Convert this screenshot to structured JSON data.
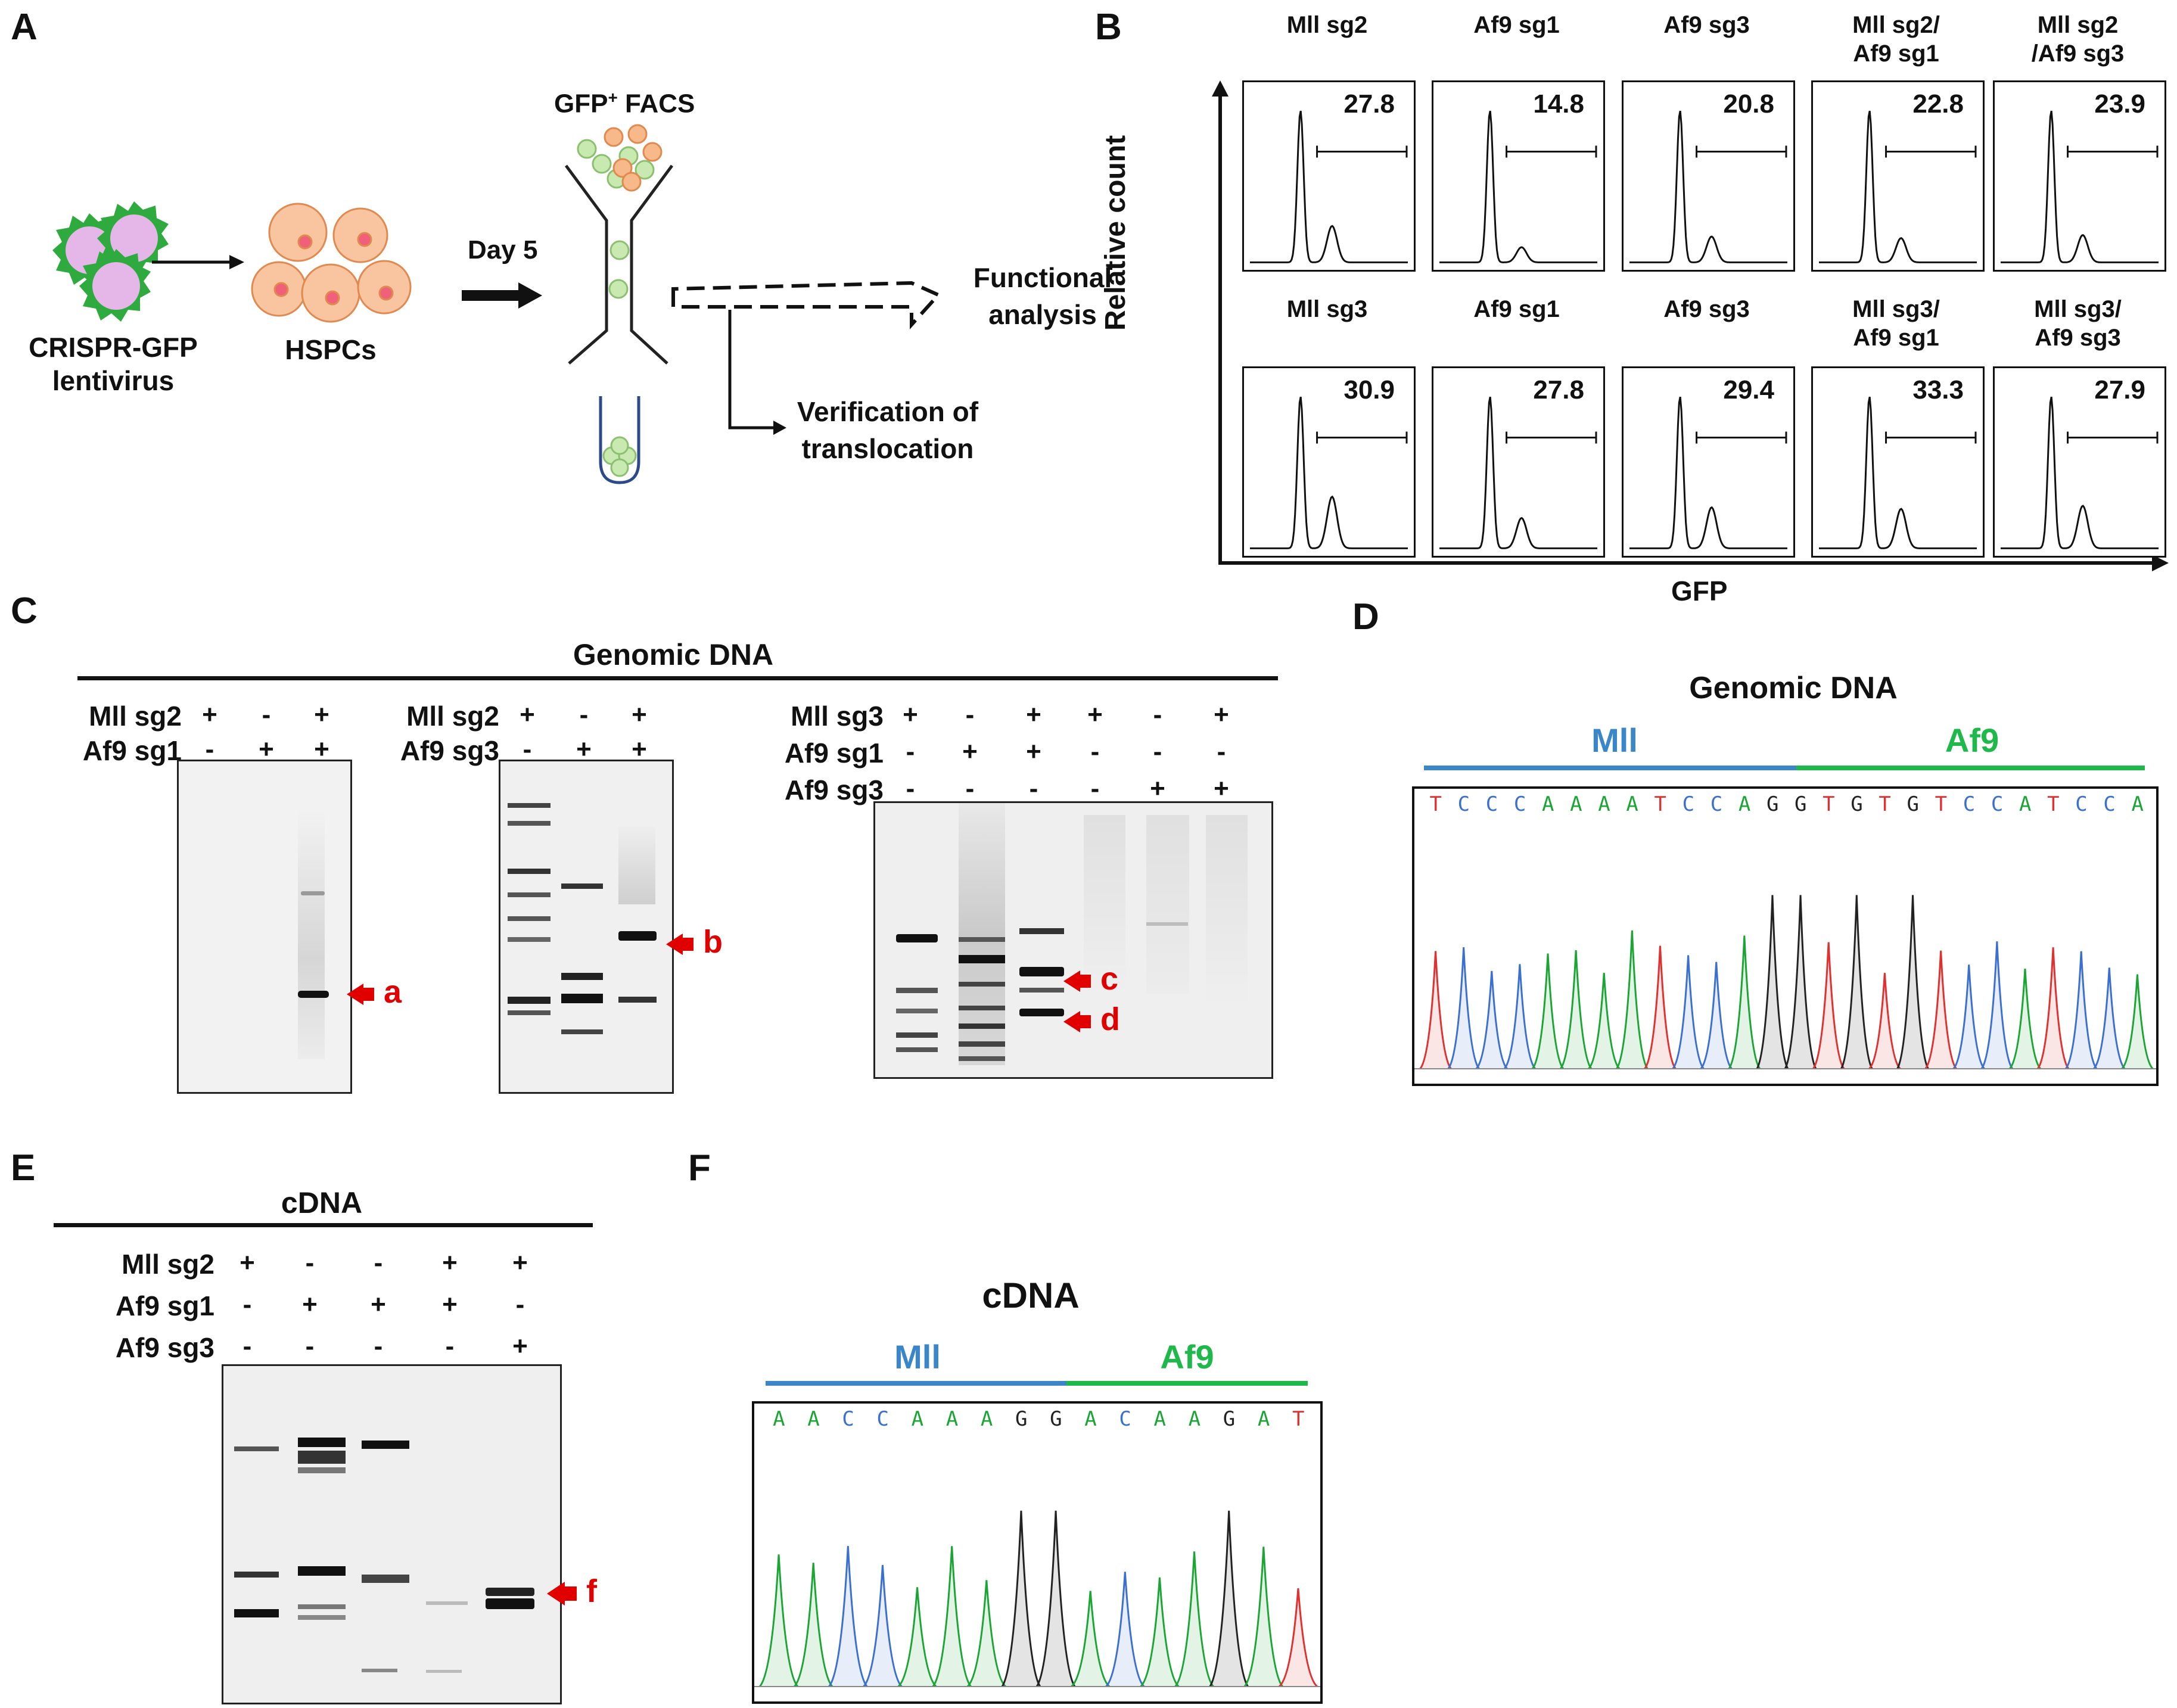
{
  "panels": {
    "A": "A",
    "B": "B",
    "C": "C",
    "D": "D",
    "E": "E",
    "F": "F"
  },
  "colors": {
    "mll_bar": "#3b86c8",
    "af9_bar": "#1fb84b",
    "arrow": "#e00000",
    "peak_A": "#1aa534",
    "peak_C": "#3b6fd0",
    "peak_G": "#222222",
    "peak_T": "#e03030",
    "cell_fill": "#f9c4a0",
    "cell_nucleus": "#f0607a",
    "virus_fill": "#e5b6e8",
    "virus_spike": "#2faa3f",
    "gfp_cell": "#c8eab0",
    "orange_cell": "#f7b88a"
  },
  "panelA": {
    "virus_label_1": "CRISPR-GFP",
    "virus_label_2": "lentivirus",
    "cells_label": "HSPCs",
    "day_label": "Day 5",
    "facs_label": "GFP",
    "facs_sup": "+",
    "facs_suffix": " FACS",
    "functional_1": "Functional",
    "functional_2": "analysis",
    "verify_1": "Verification of",
    "verify_2": "translocation"
  },
  "panelB": {
    "y_axis": "Relative count",
    "x_axis": "GFP",
    "row1": [
      {
        "label_1": "Mll sg2",
        "label_2": "",
        "percent": "27.8"
      },
      {
        "label_1": "Af9 sg1",
        "label_2": "",
        "percent": "14.8"
      },
      {
        "label_1": "Af9 sg3",
        "label_2": "",
        "percent": "20.8"
      },
      {
        "label_1": "Mll sg2/",
        "label_2": "Af9 sg1",
        "percent": "22.8"
      },
      {
        "label_1": "Mll sg2",
        "label_2": "/Af9 sg3",
        "percent": "23.9"
      }
    ],
    "row2": [
      {
        "label_1": "Mll sg3",
        "label_2": "",
        "percent": "30.9"
      },
      {
        "label_1": "Af9 sg1",
        "label_2": "",
        "percent": "27.8"
      },
      {
        "label_1": "Af9 sg3",
        "label_2": "",
        "percent": "29.4"
      },
      {
        "label_1": "Mll sg3/",
        "label_2": "Af9 sg1",
        "percent": "33.3"
      },
      {
        "label_1": "Mll sg3/",
        "label_2": "Af9 sg3",
        "percent": "27.9"
      }
    ]
  },
  "panelC": {
    "title": "Genomic DNA",
    "gel1": {
      "rows": [
        {
          "name": "Mll sg2",
          "signs": [
            "+",
            "-",
            "+"
          ]
        },
        {
          "name": "Af9 sg1",
          "signs": [
            "-",
            "+",
            "+"
          ]
        }
      ],
      "arrow": "a"
    },
    "gel2": {
      "rows": [
        {
          "name": "Mll sg2",
          "signs": [
            "+",
            "-",
            "+"
          ]
        },
        {
          "name": "Af9 sg3",
          "signs": [
            "-",
            "+",
            "+"
          ]
        }
      ],
      "arrow": "b"
    },
    "gel3": {
      "rows": [
        {
          "name": "Mll sg3",
          "signs": [
            "+",
            "-",
            "+",
            "+",
            "-",
            "+"
          ]
        },
        {
          "name": "Af9 sg1",
          "signs": [
            "-",
            "+",
            "+",
            "-",
            "-",
            "-"
          ]
        },
        {
          "name": "Af9 sg3",
          "signs": [
            "-",
            "-",
            "-",
            "-",
            "+",
            "+"
          ]
        }
      ],
      "arrows": [
        "c",
        "d"
      ]
    }
  },
  "panelD": {
    "title": "Genomic DNA",
    "left_gene": "Mll",
    "right_gene": "Af9",
    "sequence": [
      "T",
      "C",
      "C",
      "C",
      "A",
      "A",
      "A",
      "A",
      "T",
      "C",
      "C",
      "A",
      "G",
      "G",
      "T",
      "G",
      "T",
      "G",
      "T",
      "C",
      "C",
      "A",
      "T",
      "C",
      "C",
      "A"
    ]
  },
  "panelE": {
    "title": "cDNA",
    "rows": [
      {
        "name": "Mll sg2",
        "signs": [
          "+",
          "-",
          "-",
          "+",
          "+"
        ]
      },
      {
        "name": "Af9 sg1",
        "signs": [
          "-",
          "+",
          "+",
          "+",
          "-"
        ]
      },
      {
        "name": "Af9 sg3",
        "signs": [
          "-",
          "-",
          "-",
          "-",
          "+"
        ]
      }
    ],
    "arrow": "f"
  },
  "panelF": {
    "title": "cDNA",
    "left_gene": "Mll",
    "right_gene": "Af9",
    "sequence": [
      "A",
      "A",
      "C",
      "C",
      "A",
      "A",
      "A",
      "G",
      "G",
      "A",
      "C",
      "A",
      "A",
      "G",
      "A",
      "T"
    ]
  }
}
